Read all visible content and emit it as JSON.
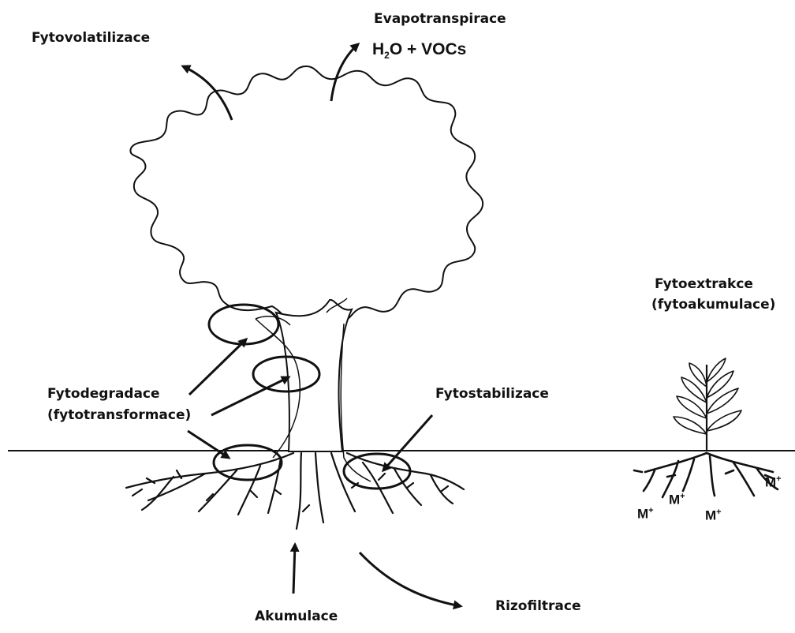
{
  "labels": {
    "phytovolatilization": "Fytovolatilizace",
    "evapotranspiration": "Evapotranspirace",
    "formula_h": "H",
    "formula_sub": "2",
    "formula_rest": "O + VOCs",
    "phytoextraction_line1": "Fytoextrakce",
    "phytoextraction_line2": "(fytoakumulace)",
    "phytodegradation_line1": "Fytodegradace",
    "phytodegradation_line2": "(fytotransformace)",
    "phytostabilization": "Fytostabilizace",
    "accumulation": "Akumulace",
    "rhizofiltration": "Rizofiltrace"
  },
  "ions": {
    "letter": "M",
    "charge": "+"
  },
  "colors": {
    "line": "#111111",
    "background": "#ffffff"
  }
}
